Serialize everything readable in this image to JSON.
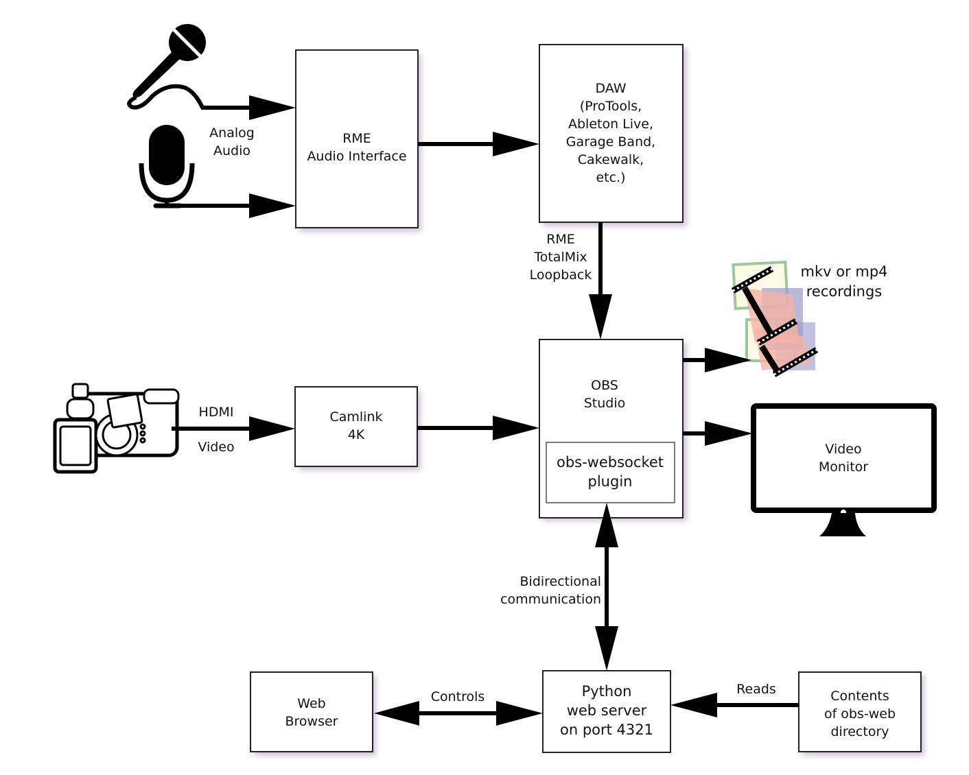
{
  "diagram": {
    "nodes": {
      "rme": {
        "lines": [
          "RME",
          "Audio Interface"
        ]
      },
      "daw": {
        "lines": [
          "DAW",
          "(ProTools,",
          "Ableton Live,",
          "Garage Band,",
          "Cakewalk,",
          "etc.)"
        ]
      },
      "camlink": {
        "lines": [
          "Camlink",
          "4K"
        ]
      },
      "obs": {
        "lines": [
          "OBS",
          "Studio"
        ]
      },
      "plugin": {
        "lines": [
          "obs-websocket",
          "plugin"
        ]
      },
      "monitor": {
        "lines": [
          "Video",
          "Monitor"
        ]
      },
      "browser": {
        "lines": [
          "Web",
          "Browser"
        ]
      },
      "python": {
        "lines": [
          "Python",
          "web server",
          "on port 4321"
        ]
      },
      "contents": {
        "lines": [
          "Contents",
          "of obs-web",
          "directory"
        ]
      },
      "recordings": {
        "lines": [
          "mkv or mp4",
          "recordings"
        ]
      }
    },
    "edge_labels": {
      "analog": [
        "Analog",
        "Audio"
      ],
      "hdmi_top": "HDMI",
      "hdmi_bottom": "Video",
      "loopback": [
        "RME",
        "TotalMix",
        "Loopback"
      ],
      "bidirectional": [
        "Bidirectional",
        "communication"
      ],
      "controls": "Controls",
      "reads": "Reads"
    },
    "icons": [
      "handheld-microphone-icon",
      "condenser-microphone-icon",
      "video-camera-icon",
      "film-reels-icon",
      "monitor-icon"
    ]
  }
}
